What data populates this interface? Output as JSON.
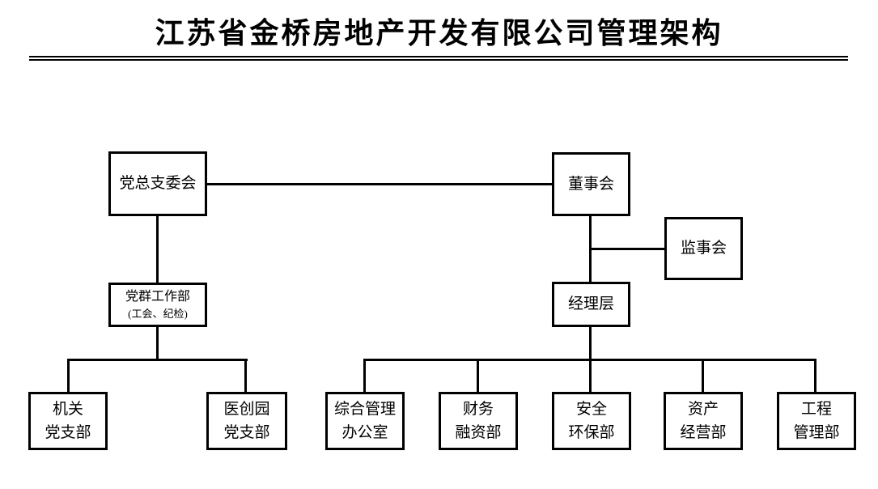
{
  "title": "江苏省金桥房地产开发有限公司管理架构",
  "org_chart": {
    "party_committee": {
      "label": "党总支委会"
    },
    "board_of_directors": {
      "label": "董事会"
    },
    "supervisory_board": {
      "label": "监事会"
    },
    "party_masses_dept": {
      "label": "党群工作部",
      "sublabel": "(工会、纪检)"
    },
    "management_team": {
      "label": "经理层"
    },
    "organ_party_branch": {
      "line1": "机关",
      "line2": "党支部"
    },
    "medical_park_party_branch": {
      "line1": "医创园",
      "line2": "党支部"
    },
    "general_management_office": {
      "line1": "综合管理",
      "line2": "办公室"
    },
    "finance_financing_dept": {
      "line1": "财务",
      "line2": "融资部"
    },
    "safety_environment_dept": {
      "line1": "安全",
      "line2": "环保部"
    },
    "asset_operation_dept": {
      "line1": "资产",
      "line2": "经营部"
    },
    "engineering_management_dept": {
      "line1": "工程",
      "line2": "管理部"
    }
  },
  "colors": {
    "line": "#000000",
    "background": "#ffffff",
    "text": "#000000"
  }
}
